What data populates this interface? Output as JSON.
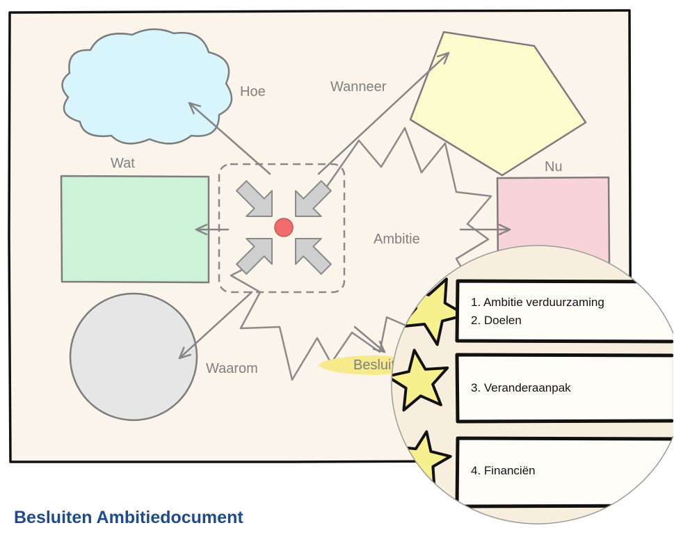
{
  "diagram": {
    "labels": {
      "hoe": "Hoe",
      "wanneer": "Wanneer",
      "wat": "Wat",
      "nu": "Nu",
      "ambitie": "Ambitie",
      "waarom": "Waarom",
      "besluit": "Besluit"
    }
  },
  "magnifier": {
    "items": [
      "1. Ambitie verduurzaming",
      "2. Doelen",
      "3. Veranderaanpak",
      "4. Financiën"
    ]
  },
  "title": "Besluiten Ambitiedocument",
  "colors": {
    "paper": "#fbf4eb",
    "cloud": "#d8f5fb",
    "pentagon": "#fbfbce",
    "green_rect": "#cdf2d8",
    "pink_rect": "#f8d3d8",
    "gray_circle": "#e6e6e6",
    "red_dot": "#f06b6b",
    "inward_arrow": "#cfcfcf",
    "besluit_oval": "#f6ea8a",
    "star": "#f7f08e",
    "magnifier_bg": "#f8eede",
    "box_fill": "#fffdf8",
    "title": "#1f4b8c"
  }
}
